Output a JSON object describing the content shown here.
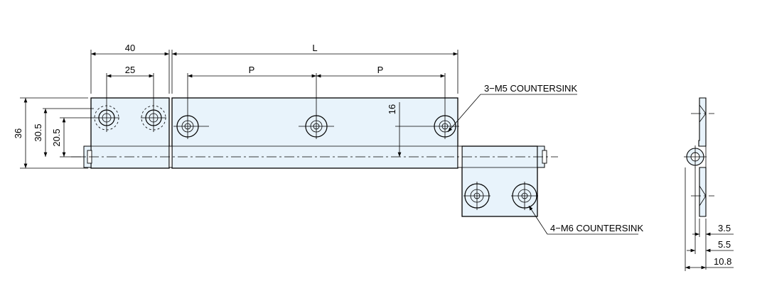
{
  "dimensions": {
    "leaf_width": "40",
    "hole_spacing_small": "25",
    "overall_length": "L",
    "pitch_left": "P",
    "pitch_right": "P",
    "height_total": "36",
    "height_30_5": "30.5",
    "height_20_5": "20.5",
    "hole_offset": "16",
    "side_3_5": "3.5",
    "side_5_5": "5.5",
    "side_10_8": "10.8"
  },
  "callouts": {
    "m5": "3−M5 COUNTERSINK",
    "m6": "4−M6 COUNTERSINK"
  },
  "colors": {
    "plate_fill": "#e8f3fb",
    "line": "#000000"
  }
}
